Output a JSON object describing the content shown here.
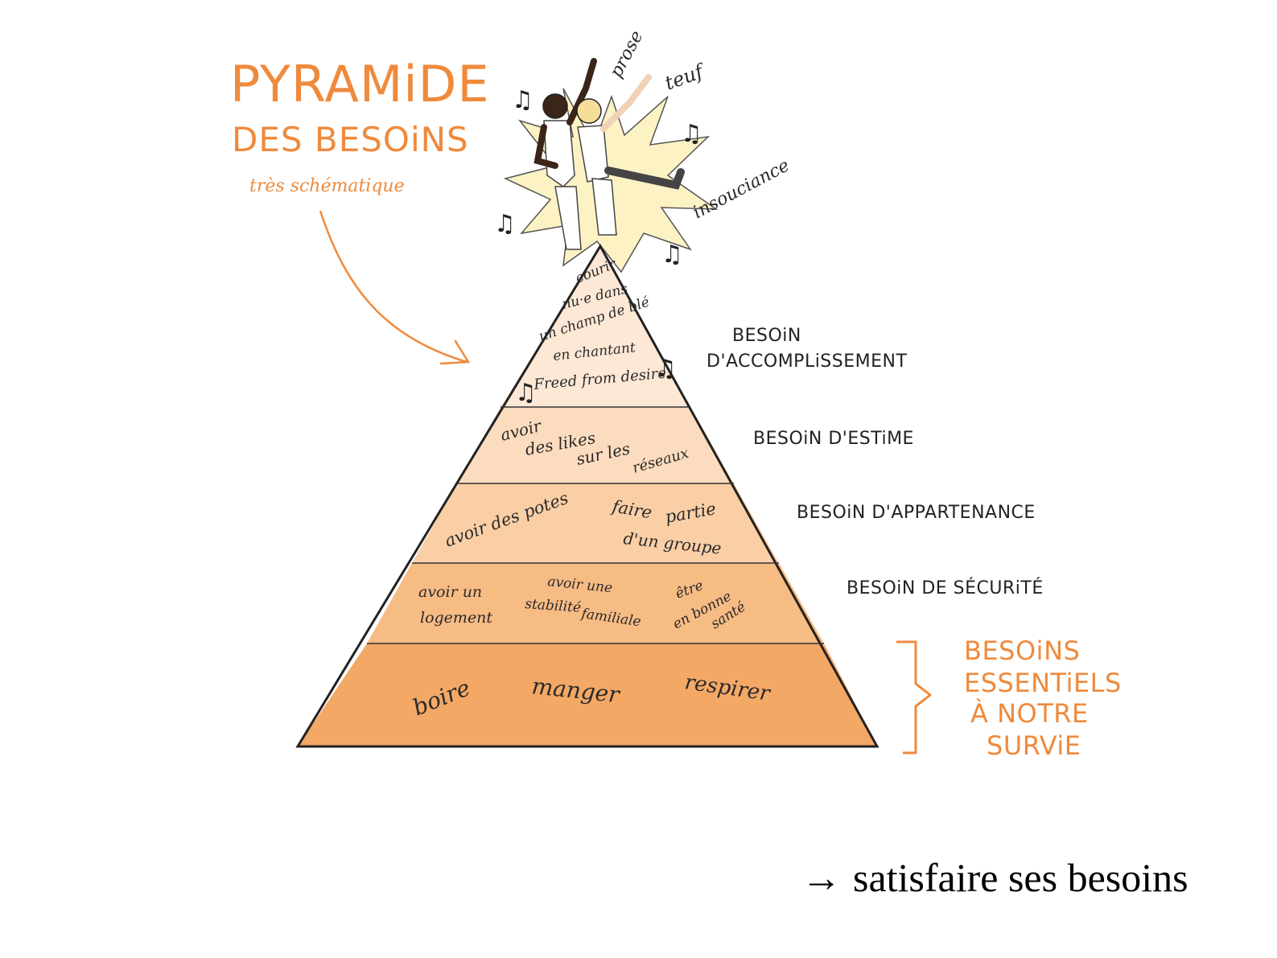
{
  "title": {
    "line1": "PYRAMiDE",
    "line2": "DES BESOiNS",
    "note": "très schématique"
  },
  "top_words": {
    "w1": "prose",
    "w2": "teuf",
    "w3": "insouciance"
  },
  "levels": [
    {
      "label_line1": "BESOiN",
      "label_line2": "D'ACCOMPLiSSEMENT",
      "texts": [
        "courir",
        "nu·e dans",
        "un champ de blé",
        "en chantant",
        "Freed from desire"
      ]
    },
    {
      "label_line1": "BESOiN  D'ESTiME",
      "label_line2": "",
      "texts": [
        "avoir",
        "des likes",
        "sur les",
        "réseaux"
      ]
    },
    {
      "label_line1": "BESOiN  D'APPARTENANCE",
      "label_line2": "",
      "texts": [
        "avoir des potes",
        "faire",
        "partie",
        "d'un groupe"
      ]
    },
    {
      "label_line1": "BESOiN  DE  SÉCURiTÉ",
      "label_line2": "",
      "texts": [
        "avoir un",
        "logement",
        "avoir une",
        "stabilité",
        "familiale",
        "être",
        "en bonne",
        "santé"
      ]
    },
    {
      "label_line1": "",
      "label_line2": "",
      "texts": [
        "boire",
        "manger",
        "respirer"
      ]
    }
  ],
  "essentiels": [
    "BESOiNS",
    "ESSENTiELS",
    "À NOTRE",
    "SURViE"
  ],
  "footer": "satisfaire ses besoins",
  "colors": {
    "accent": "#ef8a3c",
    "level1": "#fde8d6",
    "level2": "#fcdcbf",
    "level3": "#facfa6",
    "level4": "#f7bb84",
    "level5": "#f4a866",
    "starburst": "#fdf2c4"
  }
}
